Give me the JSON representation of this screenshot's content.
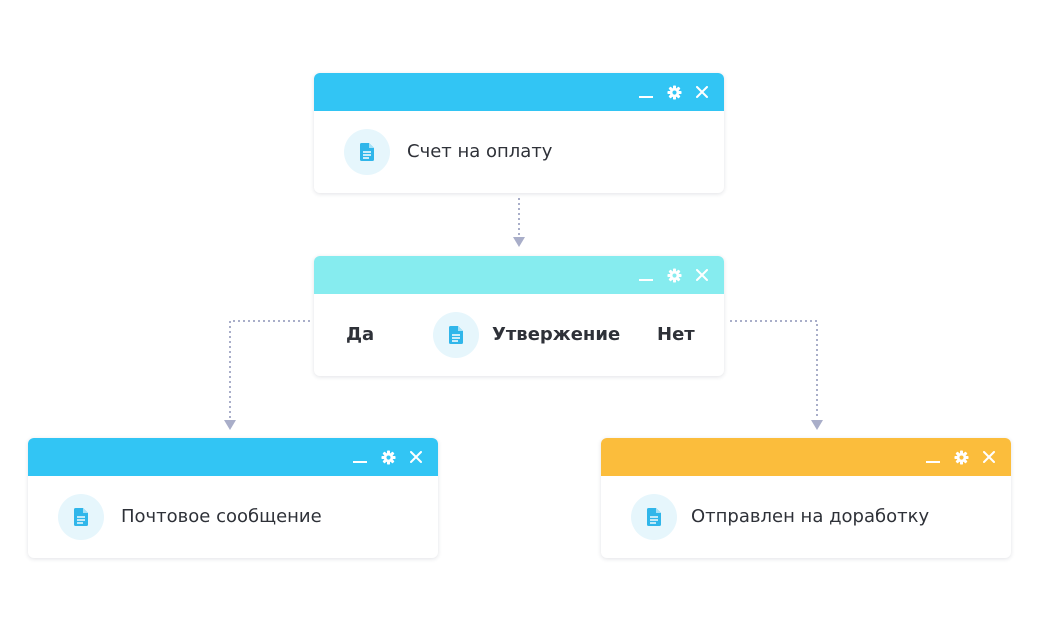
{
  "colors": {
    "blue_header": "#32c5f4",
    "cyan_header": "#86ecef",
    "amber_header": "#fbbd3c",
    "icon_accent": "#30b6ea",
    "icon_badge_bg": "#e6f6fc",
    "connector": "#a9aec9",
    "text": "#2e3138"
  },
  "icons": {
    "node_badge": "document-icon",
    "minimize": "minimize-icon",
    "settings": "gear-icon",
    "close": "close-icon"
  },
  "nodes": {
    "invoice": {
      "label": "Счет на оплату",
      "header_color": "blue"
    },
    "approval": {
      "label": "Утвержение",
      "header_color": "cyan",
      "yes_label": "Да",
      "no_label": "Нет"
    },
    "mail": {
      "label": "Почтовое сообщение",
      "header_color": "blue"
    },
    "revision": {
      "label": "Отправлен на доработку",
      "header_color": "amber"
    }
  }
}
